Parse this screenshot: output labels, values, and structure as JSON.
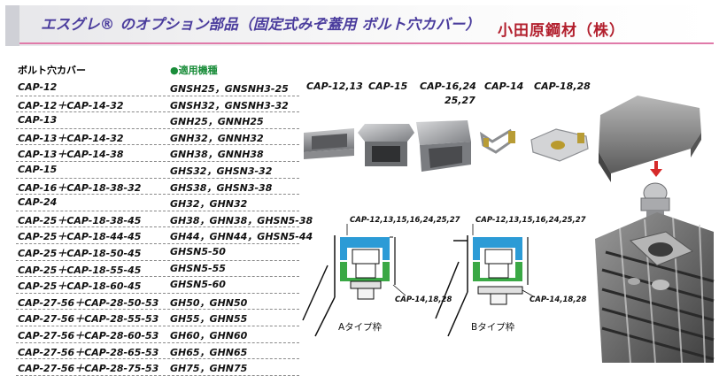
{
  "header": {
    "title": "エスグレ® のオプション部品（固定式みぞ蓋用 ボルト穴カバー）",
    "company": "小田原鋼材（株）"
  },
  "table": {
    "col1_header": "ボルト穴カバー",
    "col2_header": "●適用機種",
    "rows": [
      {
        "cap": "CAP-12",
        "models": "GNSH25，GNSNH3-25"
      },
      {
        "cap": "CAP-12＋CAP-14-32",
        "models": "GNSH32，GNSNH3-32"
      },
      {
        "cap": "CAP-13",
        "models": "GNH25，GNNH25"
      },
      {
        "cap": "CAP-13＋CAP-14-32",
        "models": "GNH32，GNNH32"
      },
      {
        "cap": "CAP-13＋CAP-14-38",
        "models": "GNH38，GNNH38"
      },
      {
        "cap": "CAP-15",
        "models": "GHS32，GHSN3-32"
      },
      {
        "cap": "CAP-16＋CAP-18-38-32",
        "models": "GHS38，GHSN3-38"
      },
      {
        "cap": "CAP-24",
        "models": "GH32，GHN32"
      },
      {
        "cap": "CAP-25＋CAP-18-38-45",
        "models": "GH38，GHN38，GHSN5-38"
      },
      {
        "cap": "CAP-25＋CAP-18-44-45",
        "models": "GH44，GHN44，GHSN5-44"
      },
      {
        "cap": "CAP-25＋CAP-18-50-45",
        "models": "GHSN5-50"
      },
      {
        "cap": "CAP-25＋CAP-18-55-45",
        "models": "GHSN5-55"
      },
      {
        "cap": "CAP-25＋CAP-18-60-45",
        "models": "GHSN5-60"
      },
      {
        "cap": "CAP-27-56＋CAP-28-50-53",
        "models": "GH50，GHN50"
      },
      {
        "cap": "CAP-27-56＋CAP-28-55-53",
        "models": "GH55，GHN55"
      },
      {
        "cap": "CAP-27-56＋CAP-28-60-53",
        "models": "GH60，GHN60"
      },
      {
        "cap": "CAP-27-56＋CAP-28-65-53",
        "models": "GH65，GHN65"
      },
      {
        "cap": "CAP-27-56＋CAP-28-75-53",
        "models": "GH75，GHN75"
      }
    ]
  },
  "photo_labels": {
    "cap_12_13": "CAP-12,13",
    "cap_15": "CAP-15",
    "cap_16_24": "CAP-16,24",
    "cap_25_27": "25,27",
    "cap_14": "CAP-14",
    "cap_18_28": "CAP-18,28"
  },
  "diagram": {
    "upper_label_a": "CAP-12,13,15,16,24,25,27",
    "upper_label_b": "CAP-12,13,15,16,24,25,27",
    "lower_label_a": "CAP-14,18,28",
    "lower_label_b": "CAP-14,18,28",
    "frame_a": "Aタイプ枠",
    "frame_b": "Bタイプ枠"
  },
  "colors": {
    "title": "#4a3c9d",
    "company": "#b21f2d",
    "accent_line": "#e07aa9",
    "applicable_header": "#1a8d3a",
    "cap_blue": "#2c9bd6",
    "cap_green": "#3aa845",
    "arrow_red": "#d62a2a"
  }
}
